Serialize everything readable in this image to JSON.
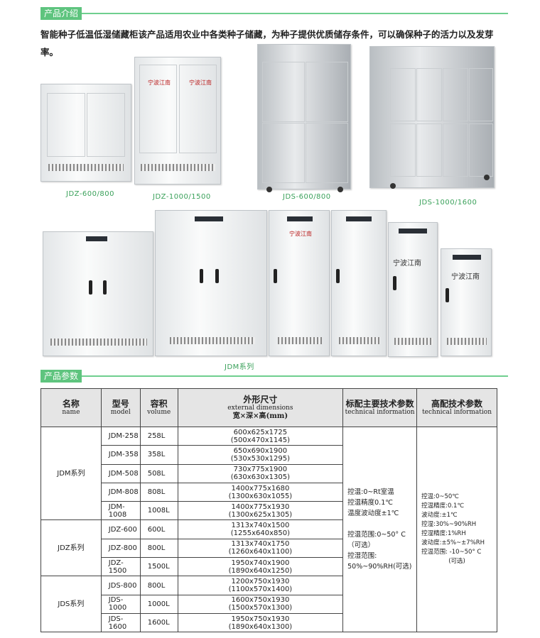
{
  "sections": {
    "intro_title": "产品介绍",
    "params_title": "产品参数"
  },
  "intro_text": "智能种子低温低湿储藏柜该产品适用农业中各类种子储藏，为种子提供优质储存条件，可以确保种子的活力以及发芽率。",
  "product_labels": [
    "JDZ-600/800",
    "JDZ-1000/1500",
    "JDS-600/800",
    "JDS-1000/1600",
    "JDM系列"
  ],
  "cabinet_brand": "宁波江南",
  "table": {
    "headers": [
      {
        "cn": "名称",
        "en": "name"
      },
      {
        "cn": "型号",
        "en": "model"
      },
      {
        "cn": "容积",
        "en": "volume"
      },
      {
        "cn": "外形尺寸",
        "en": "external dimensions",
        "sub": "宽×深×高(mm)"
      },
      {
        "cn": "标配主要技术参数",
        "en": "technical information"
      },
      {
        "cn": "高配技术参数",
        "en": "technical information"
      }
    ],
    "groups": [
      {
        "name": "JDM系列",
        "rows": [
          {
            "model": "JDM-258",
            "volume": "258L",
            "ext": "600x625x1725",
            "int": "(500x470x1145)"
          },
          {
            "model": "JDM-358",
            "volume": "358L",
            "ext": "650x690x1900",
            "int": "(530x530x1295)"
          },
          {
            "model": "JDM-508",
            "volume": "508L",
            "ext": "730x775x1900",
            "int": "(630x630x1305)"
          },
          {
            "model": "JDM-808",
            "volume": "808L",
            "ext": "1400x775x1680",
            "int": "(1300x630x1055)"
          },
          {
            "model": "JDM-1008",
            "volume": "1008L",
            "ext": "1400x775x1930",
            "int": "(1300x625x1305)"
          }
        ]
      },
      {
        "name": "JDZ系列",
        "rows": [
          {
            "model": "JDZ-600",
            "volume": "600L",
            "ext": "1313x740x1500",
            "int": "(1255x640x850)"
          },
          {
            "model": "JDZ-800",
            "volume": "800L",
            "ext": "1313x740x1750",
            "int": "(1260x640x1100)"
          },
          {
            "model": "JDZ-1500",
            "volume": "1500L",
            "ext": "1950x740x1900",
            "int": "(1890x640x1250)"
          }
        ]
      },
      {
        "name": "JDS系列",
        "rows": [
          {
            "model": "JDS-800",
            "volume": "800L",
            "ext": "1200x750x1930",
            "int": "(1100x570x1400)"
          },
          {
            "model": "JDS-1000",
            "volume": "1000L",
            "ext": "1600x750x1930",
            "int": "(1500x570x1300)"
          },
          {
            "model": "JDS-1600",
            "volume": "1600L",
            "ext": "1950x750x1930",
            "int": "(1890x640x1300)"
          }
        ]
      }
    ],
    "standard_spec": [
      "控温:0~Rt室温",
      "控温精度0.1℃",
      "温度波动度±1℃",
      "",
      "控温范围:0~50° C",
      "（可选）",
      "控湿范围:",
      "50%~90%RH(可选)"
    ],
    "high_spec": [
      "控温:0~50℃",
      "控温精度:0.1℃",
      "波动度:±1℃",
      "控湿:30%~90%RH",
      "控湿精度:1%RH",
      "波动度:±5%~±7%RH",
      "控温范围: -10~50° C",
      "(可选)"
    ]
  }
}
